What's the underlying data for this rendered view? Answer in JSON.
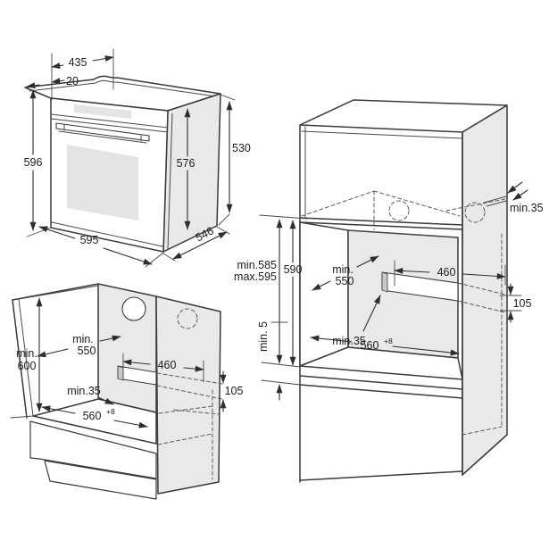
{
  "title": "Built-in oven installation dimensions diagram",
  "colors": {
    "line": "#3a3a3a",
    "panel_gray": "#e9e9e9",
    "cut_edge_gray": "#c9c9c9",
    "glass_gray": "#e4e4e4",
    "text": "#1d1d1d",
    "background": "#ffffff"
  },
  "oven_view": {
    "top_depth": "435",
    "front_offset": "20",
    "front_height": "596",
    "body_height": "576",
    "rear_height": "530",
    "width": "595",
    "depth": "546"
  },
  "base_cabinet_view": {
    "height_min_prefix": "min.",
    "height": "600",
    "depth_min_prefix": "min.",
    "depth": "550",
    "cutout_width": "460",
    "rear_gap": "min.35",
    "cutout_height": "105",
    "niche_width": "560",
    "niche_width_tolerance": "+8"
  },
  "tall_cabinet_view": {
    "top_rear_gap": "min.35",
    "niche_height_min": "min.585",
    "niche_height_max": "max.595",
    "niche_height": "590",
    "bottom_gap": "min. 5",
    "depth_min_prefix": "min.",
    "depth": "550",
    "cutout_width": "460",
    "rear_gap": "min.35",
    "cutout_height": "105",
    "niche_width": "560",
    "niche_width_tolerance": "+8"
  }
}
